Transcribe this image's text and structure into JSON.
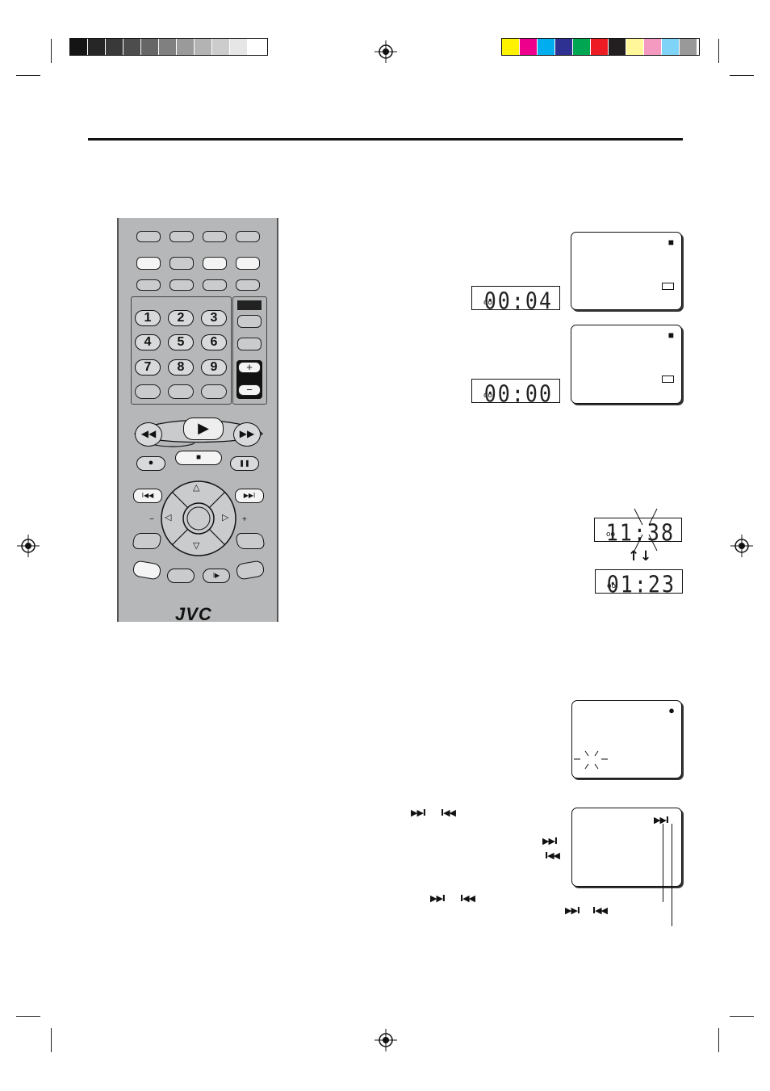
{
  "header_swatches": {
    "grays": [
      "#141414",
      "#262626",
      "#393939",
      "#4d4d4d",
      "#666666",
      "#808080",
      "#9a9a9a",
      "#b3b3b3",
      "#cccccc",
      "#e6e6e6",
      "#ffffff"
    ],
    "colors": [
      "#fff200",
      "#ec008c",
      "#00aeef",
      "#2e3192",
      "#00a651",
      "#ed1c24",
      "#231f20",
      "#fff799",
      "#f49ac1",
      "#7fd3f7",
      "#999999"
    ]
  },
  "remote": {
    "numbers": [
      "1",
      "2",
      "3",
      "4",
      "5",
      "6",
      "7",
      "8",
      "9"
    ],
    "five_dot": "°",
    "plus": "+",
    "minus": "−",
    "play": "▶",
    "stop": "■",
    "pause": "❚❚",
    "record": "●",
    "rew": "◀◀",
    "ff": "▶▶",
    "prev": "I◀◀",
    "next": "▶▶I",
    "slow": "I▶",
    "up": "△",
    "down": "▽",
    "left": "◁",
    "right": "▷",
    "left_sign": "−",
    "right_sign": "+",
    "logo": "JVC"
  },
  "displays": {
    "counter_1": "00:04",
    "counter_2": "00:00",
    "counter_3": "11:38",
    "counter_4": "01:23",
    "tape_glyph": "oo"
  },
  "osd": {
    "stop_symbol": "■",
    "cassette_symbol": "▭",
    "rec_symbol": "●",
    "blink_symbol": "- \\ / -",
    "skip_fwd_symbol": "▶▶I"
  },
  "skip_icons": {
    "fwd": "▶▶I",
    "back": "I◀◀"
  },
  "arrows": {
    "up": "↑",
    "down": "↓"
  }
}
